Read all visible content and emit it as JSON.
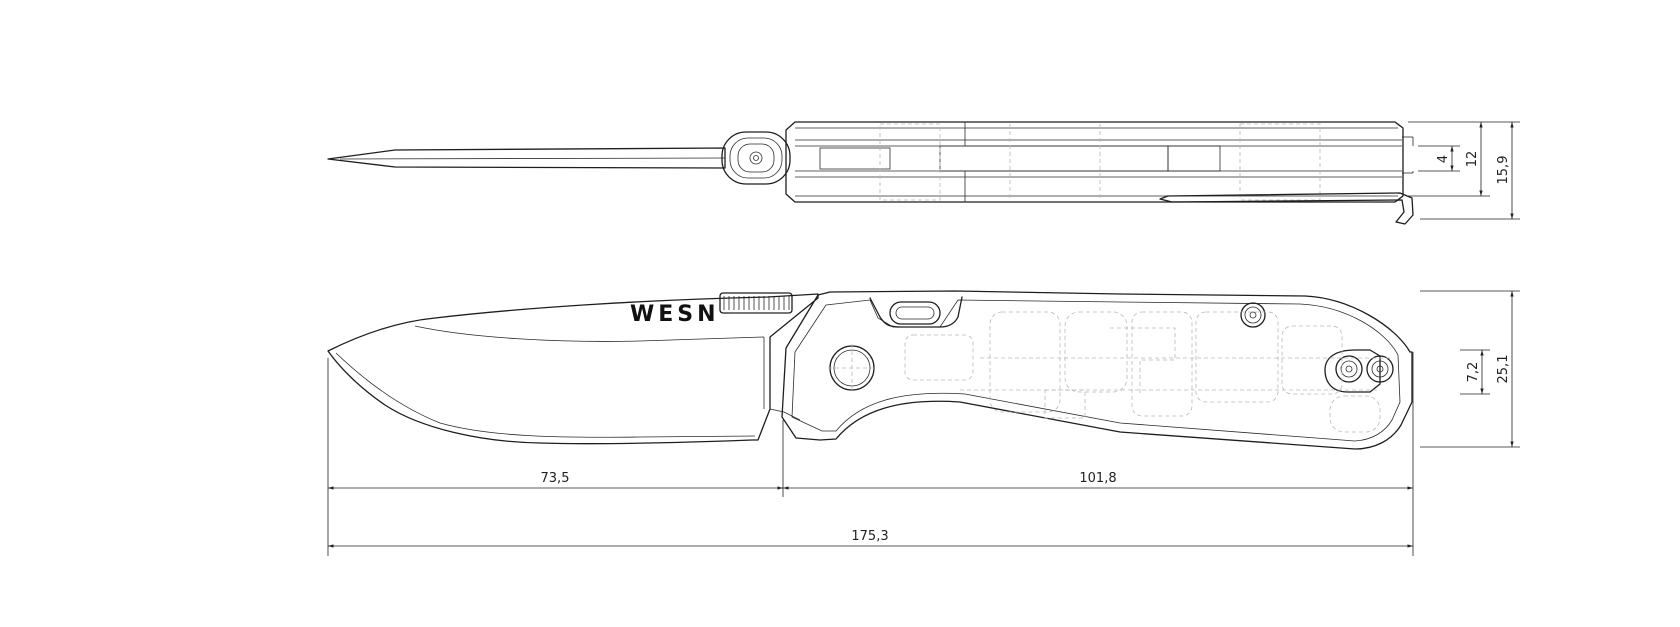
{
  "drawing": {
    "brand": "WESN",
    "dimensions": {
      "blade_length": "73,5",
      "handle_length": "101,8",
      "overall_length": "175,3",
      "clip_gap": "4",
      "handle_thickness": "12",
      "overall_thickness": "15,9",
      "pivot_diameter": "7,2",
      "handle_height": "25,1"
    },
    "colors": {
      "line": "#1e1e1e",
      "hidden_line": "#b8b8b8",
      "background": "#ffffff"
    }
  }
}
